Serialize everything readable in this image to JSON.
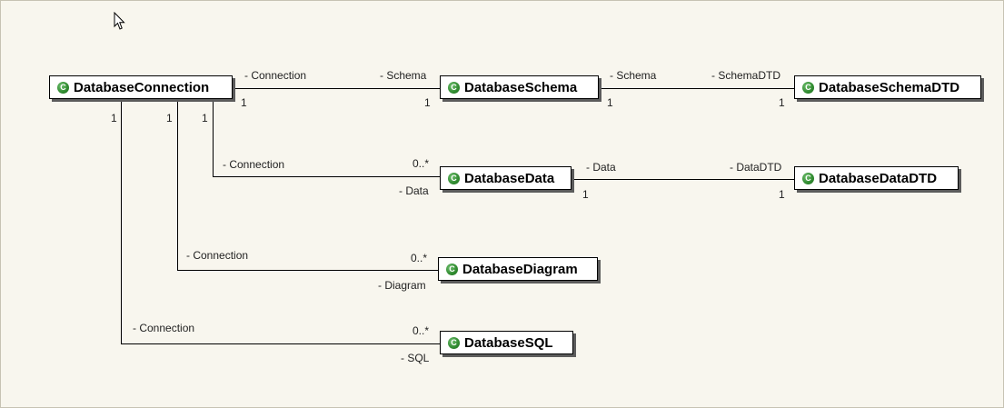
{
  "classes": {
    "connection": "DatabaseConnection",
    "schema": "DatabaseSchema",
    "schema_dtd": "DatabaseSchemaDTD",
    "data": "DatabaseData",
    "data_dtd": "DatabaseDataDTD",
    "diagram": "DatabaseDiagram",
    "sql": "DatabaseSQL"
  },
  "class_icon": {
    "glyph": "C",
    "icon": "class-icon",
    "color": "#2f8a2f"
  },
  "assoc": {
    "conn_schema": {
      "src_role": "- Connection",
      "src_mult": "1",
      "dst_role": "- Schema",
      "dst_mult": "1"
    },
    "schema_dtd": {
      "src_role": "- Schema",
      "src_mult": "1",
      "dst_role": "- SchemaDTD",
      "dst_mult": "1"
    },
    "conn_data": {
      "src_role": "- Connection",
      "src_mult": "1",
      "dst_role": "- Data",
      "dst_mult": "0..*"
    },
    "data_dtd": {
      "src_role": "- Data",
      "src_mult": "1",
      "dst_role": "- DataDTD",
      "dst_mult": "1"
    },
    "conn_diagram": {
      "src_role": "- Connection",
      "src_mult": "1",
      "dst_role": "- Diagram",
      "dst_mult": "0..*"
    },
    "conn_sql": {
      "src_role": "- Connection",
      "src_mult": "1",
      "dst_role": "- SQL",
      "dst_mult": "0..*"
    }
  }
}
